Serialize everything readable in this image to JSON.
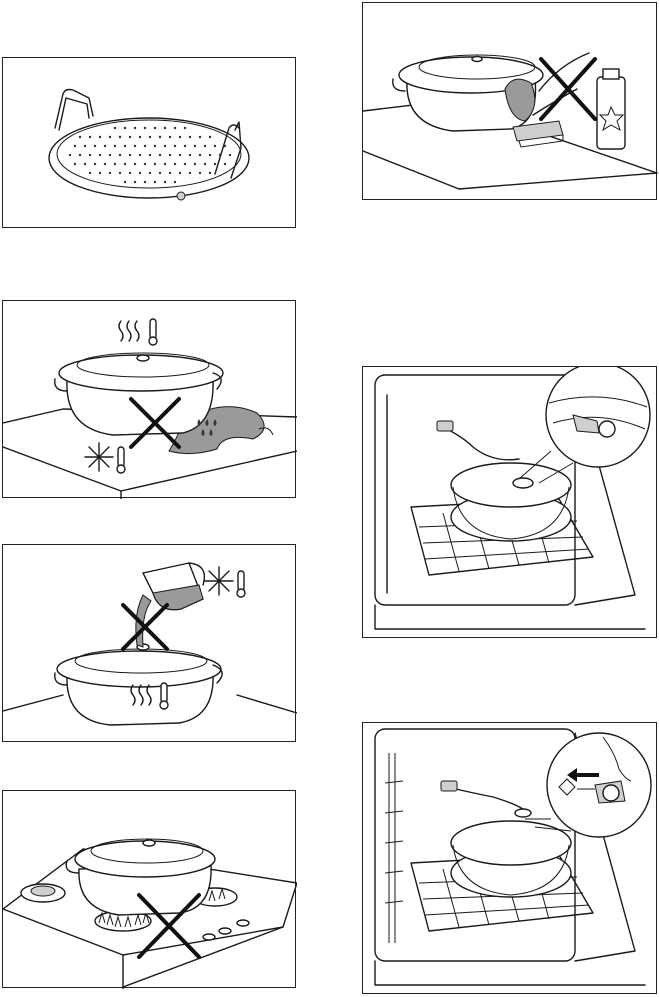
{
  "figures": [
    {
      "id": "roasting-rack",
      "depicts": "perforated-oval-rack"
    },
    {
      "id": "cleaning-warning",
      "depicts": "no-abrasive-sponge-no-spray"
    },
    {
      "id": "cold-surface-warning",
      "depicts": "no-hot-pot-on-cold-wet-surface"
    },
    {
      "id": "oven-connection",
      "depicts": "lid-with-tube-on-oven-shelf"
    },
    {
      "id": "cold-liquid-warning",
      "depicts": "no-cold-liquid-into-hot-pot"
    },
    {
      "id": "hob-warning",
      "depicts": "no-use-on-gas-hob"
    },
    {
      "id": "oven-disconnect",
      "depicts": "disconnect-tube-arrow"
    }
  ],
  "icons": [
    "heat-icon",
    "cold-icon",
    "thermometer-icon",
    "cross-icon",
    "arrow-icon"
  ]
}
